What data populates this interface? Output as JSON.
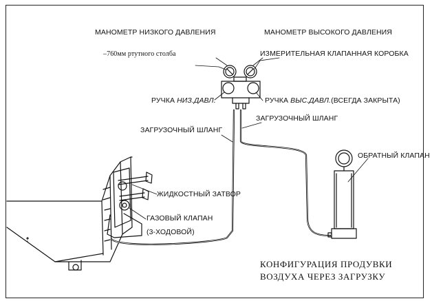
{
  "labels": {
    "low_gauge": "МАНОМЕТР НИЗКОГО ДАВЛЕНИЯ",
    "high_gauge": "МАНОМЕТР ВЫСОКОГО ДАВЛЕНИЯ",
    "vacuum_note": "–760мм ртутного столба",
    "manifold_box": "ИЗМЕРИТЕЛЬНАЯ КЛАПАННАЯ КОРОБКА",
    "low_knob_prefix": "РУЧКА ",
    "low_knob_italic": "НИЗ.ДАВЛ.",
    "high_knob_prefix": "РУЧКА ",
    "high_knob_italic": "ВЫС.ДАВЛ.",
    "high_knob_suffix": "(ВСЕГДА ЗАКРЫТА)",
    "charge_hose_left": "ЗАГРУЗОЧНЫЙ ШЛАНГ",
    "charge_hose_right": "ЗАГРУЗОЧНЫЙ ШЛАНГ",
    "check_valve": "ОБРАТНЫЙ КЛАПАН",
    "liquid_valve": "ЖИДКОСТНЫЙ ЗАТВОР",
    "gas_valve": "ГАЗОВЫЙ КЛАПАН",
    "gas_valve_sub": "(3-ХОДОВОЙ)"
  },
  "caption": {
    "line1": "КОНФИГУРАЦИЯ ПРОДУВКИ",
    "line2": "ВОЗДУХА ЧЕРЕЗ ЗАГРУЗКУ"
  }
}
